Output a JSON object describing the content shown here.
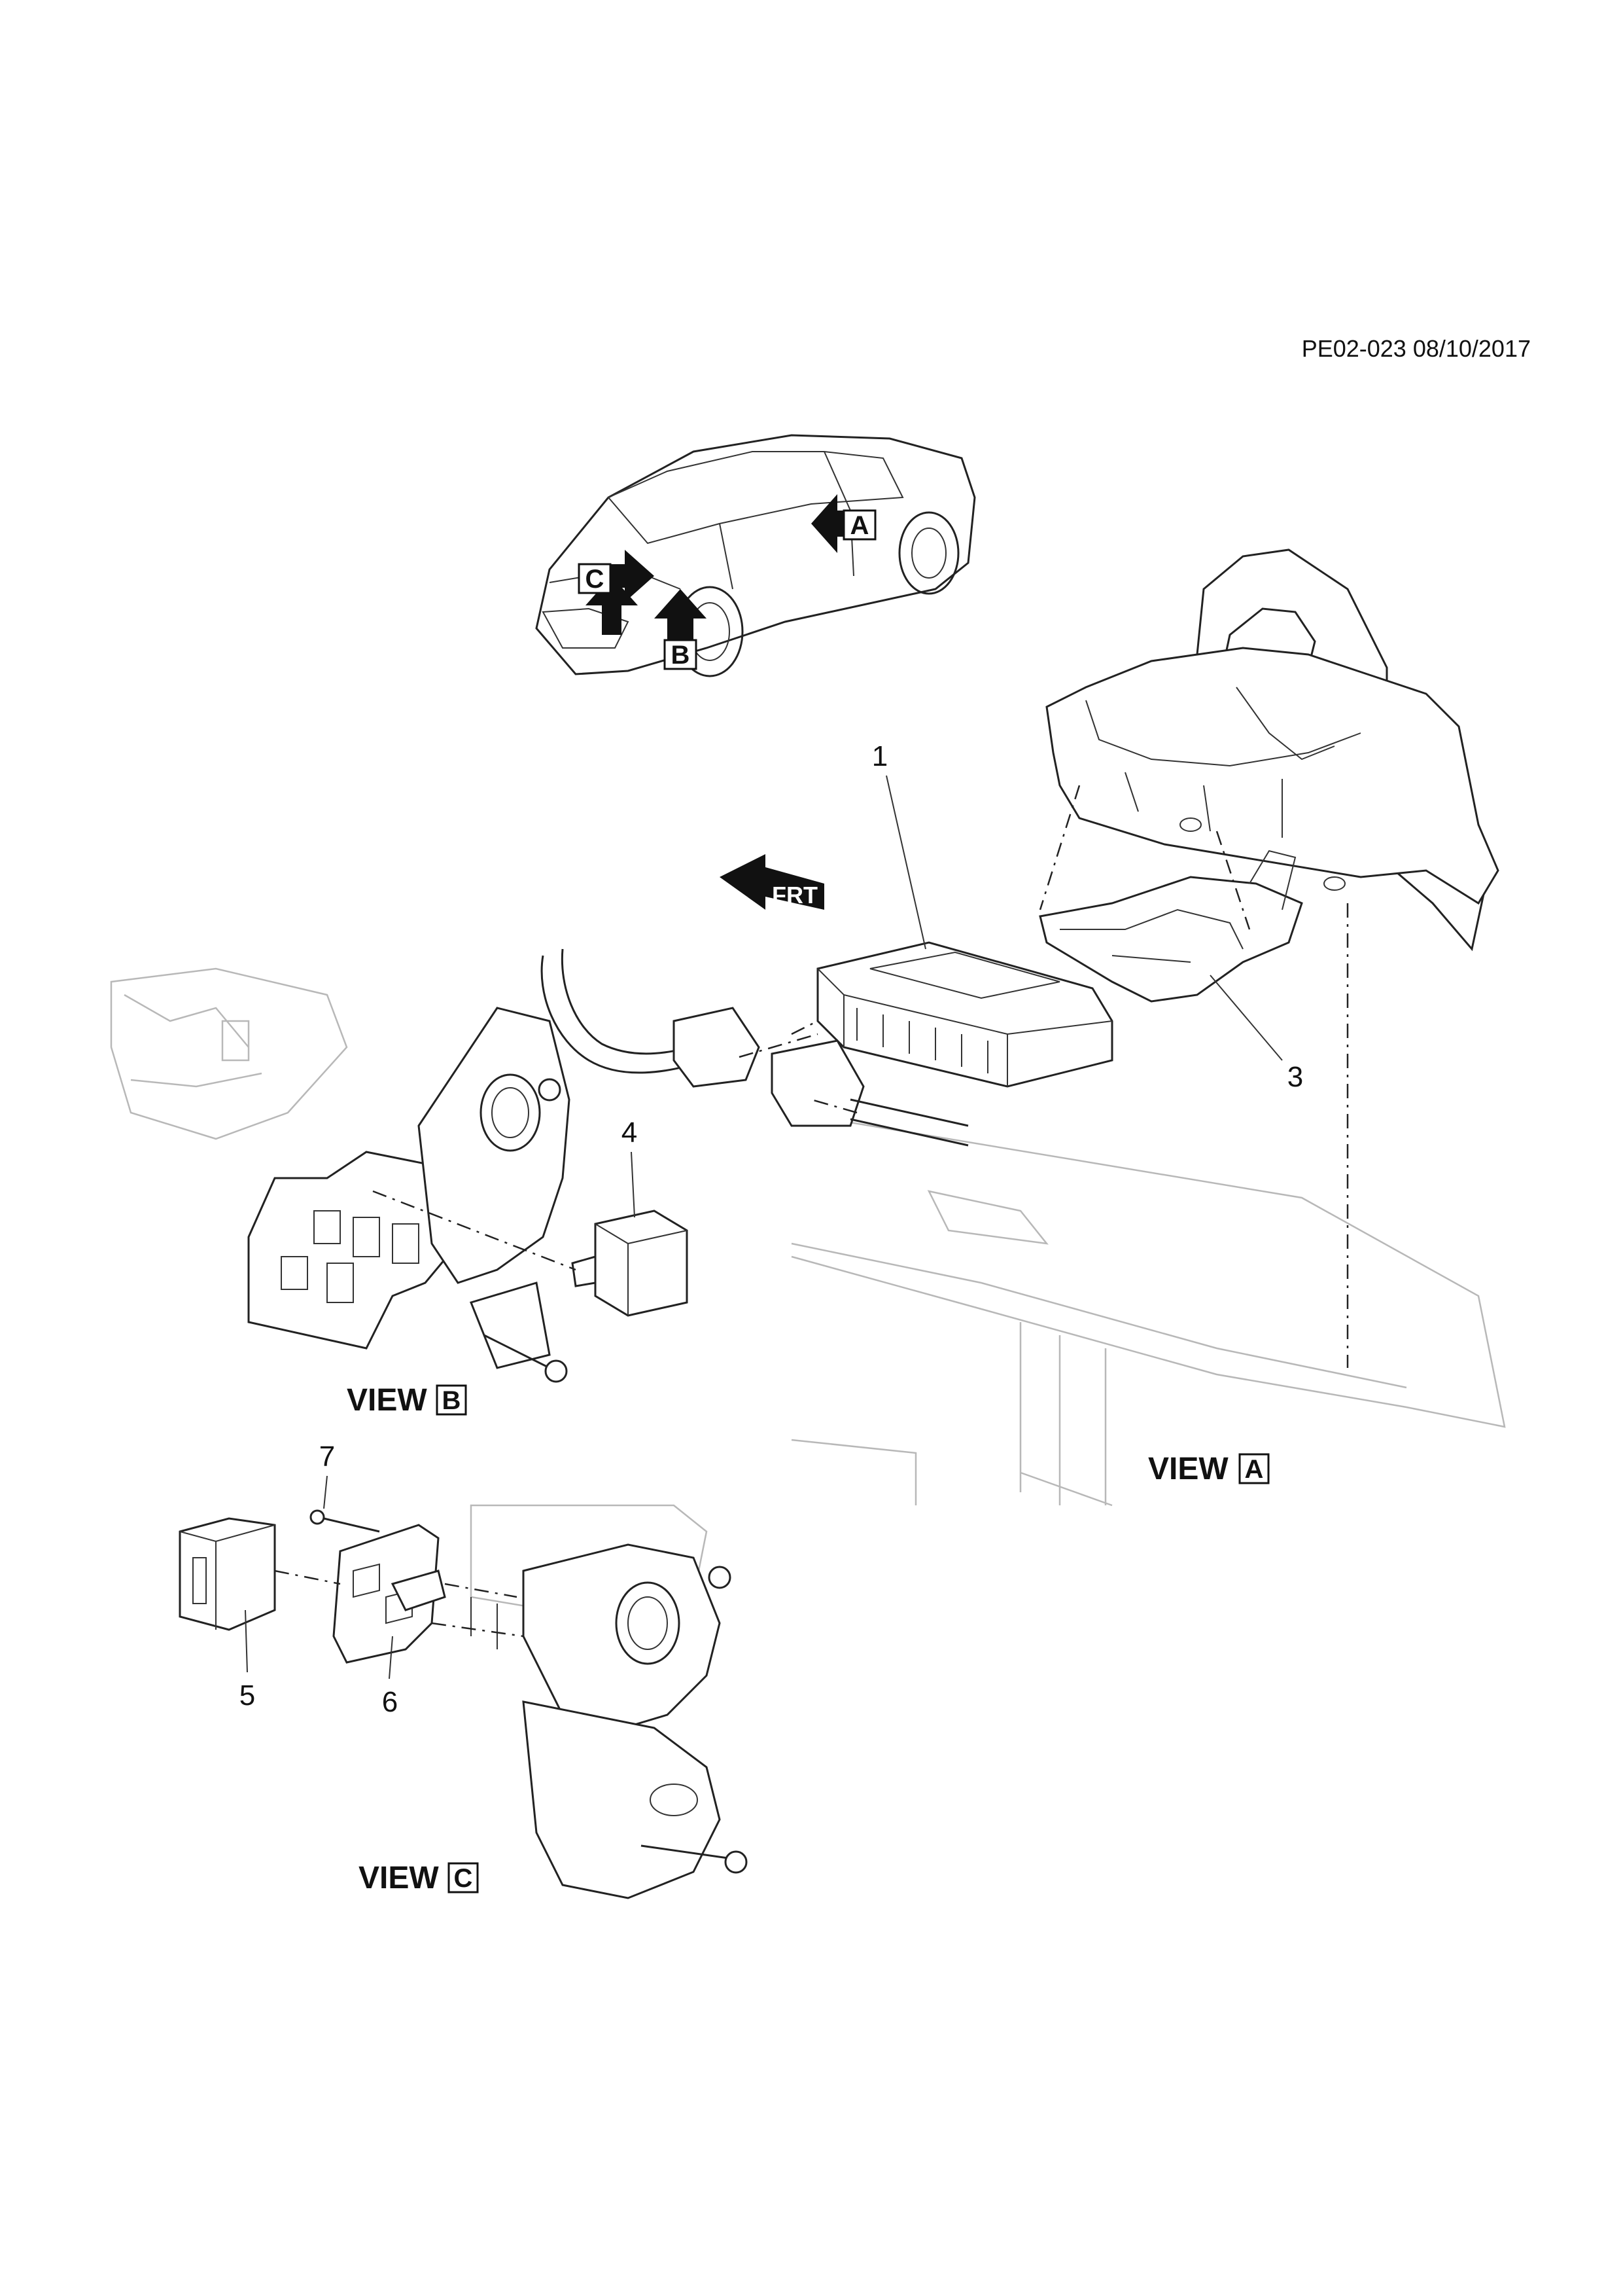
{
  "document": {
    "reference": "PE02-023 08/10/2017"
  },
  "callouts": [
    "1",
    "3",
    "4",
    "5",
    "6",
    "7"
  ],
  "views": [
    {
      "word": "VIEW",
      "letter": "A"
    },
    {
      "word": "VIEW",
      "letter": "B"
    },
    {
      "word": "VIEW",
      "letter": "C"
    }
  ],
  "car_markers": [
    "A",
    "B",
    "C"
  ],
  "front_marker": "FRT"
}
